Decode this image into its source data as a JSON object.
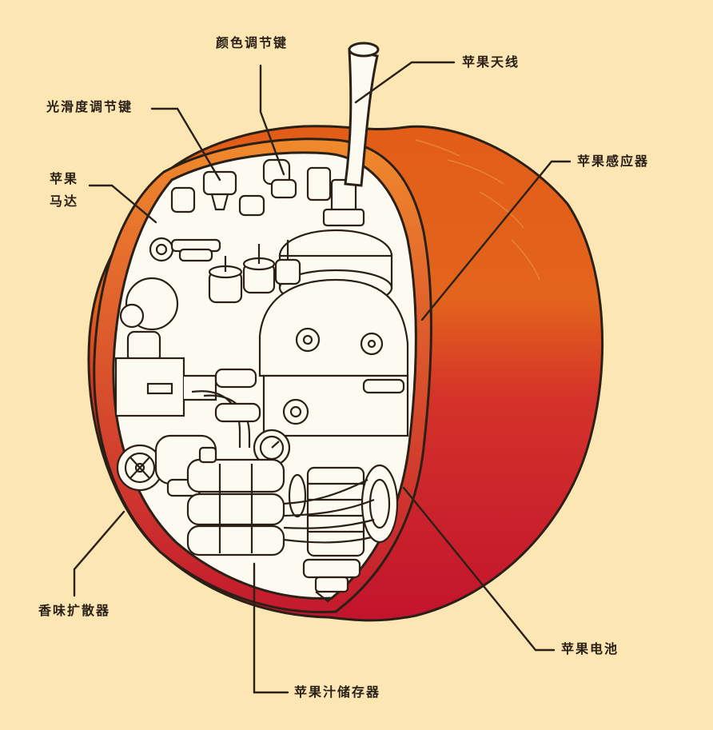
{
  "diagram": {
    "colors": {
      "background": "#fbe6b4",
      "apple_top": "#e8641e",
      "apple_bottom": "#c8172c",
      "ink": "#2a2016",
      "cutaway": "#fdfaf2"
    },
    "labels": {
      "color_key": "颜色调节键",
      "antenna": "苹果天线",
      "smoothness_key": "光滑度调节键",
      "motor_line1": "苹果",
      "motor_line2": "马达",
      "sensor": "苹果感应器",
      "aroma_diffuser": "香味扩散器",
      "battery": "苹果电池",
      "juice_storage": "苹果汁储存器"
    }
  }
}
